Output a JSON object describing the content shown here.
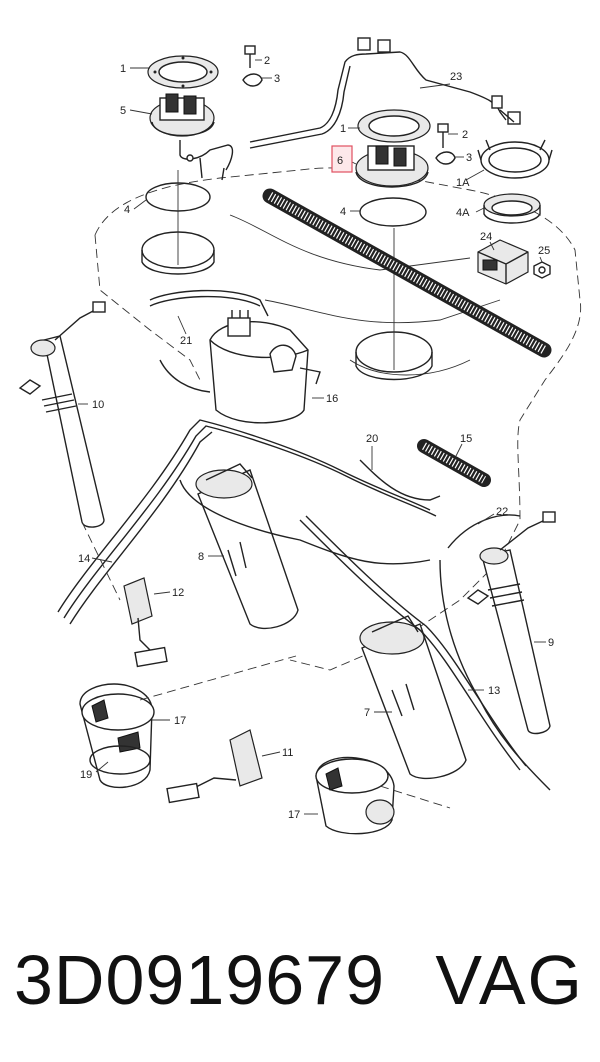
{
  "callouts": {
    "c1a": "1",
    "c2a": "2",
    "c3a": "3",
    "c5": "5",
    "c23": "23",
    "c1b": "1",
    "c2b": "2",
    "c3b": "3",
    "c6": "6",
    "c1A": "1A",
    "c4a": "4",
    "c4b": "4",
    "c4A": "4A",
    "c24": "24",
    "c25": "25",
    "c21": "21",
    "c10": "10",
    "c16": "16",
    "c20": "20",
    "c15": "15",
    "c22": "22",
    "c14": "14",
    "c8": "8",
    "c12": "12",
    "c9": "9",
    "c13": "13",
    "c7": "7",
    "c17a": "17",
    "c19": "19",
    "c11": "11",
    "c17b": "17"
  },
  "highlight": {
    "part": "6",
    "color": "#e05060"
  },
  "caption": {
    "part_number": "3D0919679",
    "brand": "VAG"
  }
}
